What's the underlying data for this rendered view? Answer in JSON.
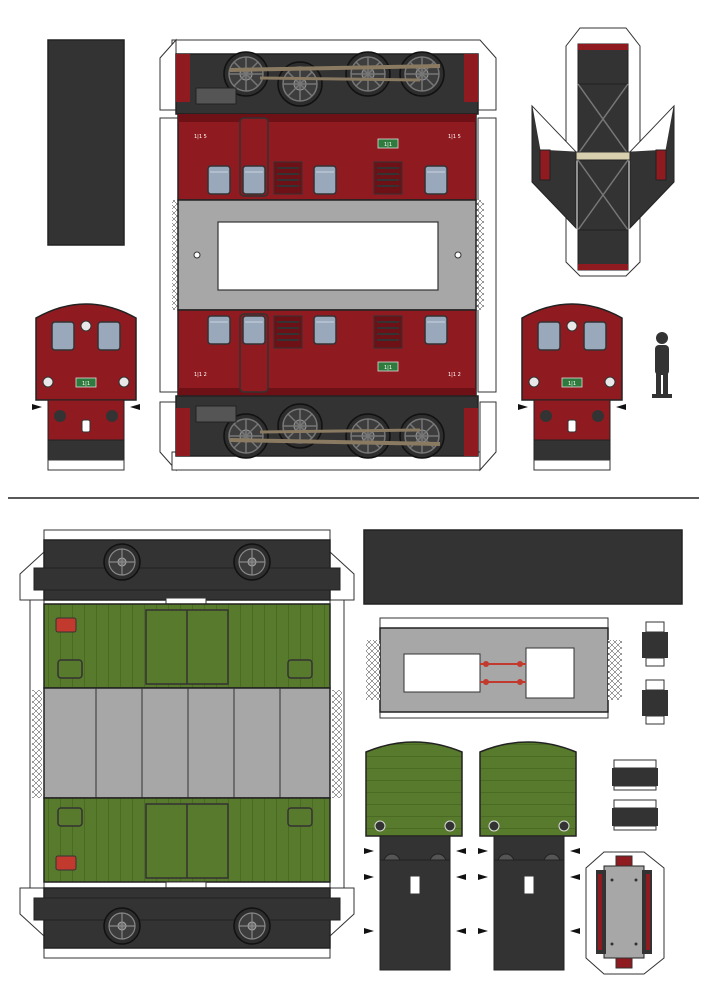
{
  "sheet": {
    "title": "",
    "colors": {
      "loco_red": "#8f1a20",
      "loco_red_dark": "#6e1117",
      "wagon_green": "#587a2c",
      "wagon_green_dark": "#3e5a1c",
      "roof_grey": "#a7a7a7",
      "frame_dark": "#333333",
      "tab_white": "#ffffff",
      "window_blue": "#9aa8bc",
      "rod_brown": "#8a7a62",
      "divider": "#222222"
    },
    "icons": [
      "wheel-icon",
      "coupler-icon",
      "headlight-icon",
      "person-silhouette-icon",
      "glue-tab-icon",
      "arrow-marker-icon"
    ]
  },
  "locomotive": {
    "plate_left": "1|1",
    "plate_right": "1|1",
    "plate_front": "1|1",
    "plate_rear": "1|1",
    "number_top_left": "1|1 5",
    "number_top_right": "1|1 5",
    "number_bottom_left": "1|1 2",
    "number_bottom_right": "1|1 2"
  },
  "wagon": {
    "badge_top": "",
    "badge_bottom": ""
  }
}
